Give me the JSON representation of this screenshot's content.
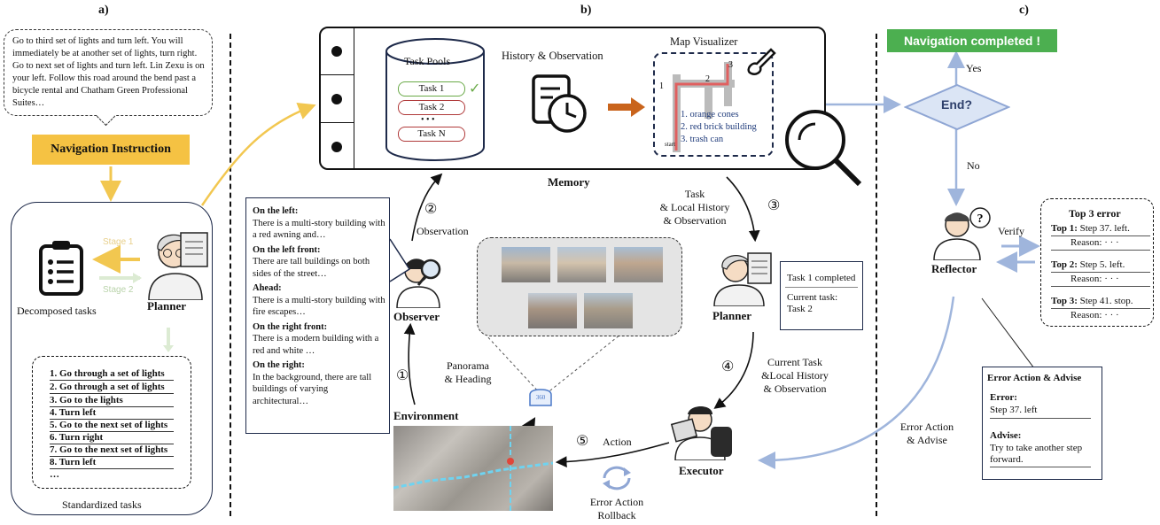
{
  "panels": {
    "a_label": "a)",
    "b_label": "b)",
    "c_label": "c)"
  },
  "panel_a": {
    "instruction_text": "Go to third set of lights and turn left. You will immediately be at another set of lights, turn right. Go to next set of lights and turn left. Lin Zexu is on your left. Follow this road around the bend past a bicycle rental and Chatham Green Professional Suites…",
    "instruction_button": "Navigation Instruction",
    "stage1": "Stage 1",
    "stage2": "Stage 2",
    "decomposed_label": "Decomposed tasks",
    "planner_label": "Planner",
    "tasks": [
      "1. Go through a set of lights",
      "2. Go through a set of lights",
      "3. Go to the lights",
      "4. Turn left",
      "5. Go to the next set of lights",
      "6. Turn right",
      "7. Go to the next set of lights",
      "8. Turn left",
      "…"
    ],
    "standardized_label": "Standardized tasks"
  },
  "panel_b": {
    "task_pools_title": "Task Pools",
    "task_pool_items": [
      "Task 1",
      "Task 2",
      "• • •",
      "Task N"
    ],
    "history_obs_label": "History & Observation",
    "map_visualizer_label": "Map Visualizer",
    "map_numbers": [
      "1",
      "2",
      "3"
    ],
    "map_start": "start",
    "map_landmarks": [
      "1. orange cones",
      "2. red brick building",
      "3. trash can"
    ],
    "memory_label": "Memory",
    "observation_step": "②",
    "observation_label": "Observation",
    "observer_label": "Observer",
    "obs_sections": [
      {
        "heading": "On the left:",
        "text": "There is a multi-story building with a red awning and…"
      },
      {
        "heading": "On the left front:",
        "text": "There are tall buildings on both sides of the street…"
      },
      {
        "heading": "Ahead:",
        "text": "There is a multi-story building with fire escapes…"
      },
      {
        "heading": "On the right front:",
        "text": "There is a modern building with a red and white …"
      },
      {
        "heading": "On the right:",
        "text": "In the background, there are tall buildings of varying architectural…"
      }
    ],
    "task_history_step": "③",
    "task_history_label": "Task\n& Local History\n& Observation",
    "planner_label": "Planner",
    "planner_note_line1": "Task 1 completed",
    "planner_note_line2": "Current task:\nTask 2",
    "panorama_step": "①",
    "panorama_label": "Panorama\n& Heading",
    "environment_label": "Environment",
    "current_task_step": "④",
    "current_task_label": "Current Task\n&Local History\n& Observation",
    "executor_label": "Executor",
    "action_step": "⑤",
    "action_label": "Action",
    "rollback_label": "Error Action\nRollback",
    "pano_badge": "360"
  },
  "panel_c": {
    "nav_completed": "Navigation completed !",
    "yes_label": "Yes",
    "end_label": "End?",
    "no_label": "No",
    "reflector_label": "Reflector",
    "verify_label": "Verify",
    "top3_title": "Top 3 error",
    "top3": [
      {
        "rank": "Top 1:",
        "step": " Step 37. left.",
        "reason": "Reason:  · · ·"
      },
      {
        "rank": "Top 2:",
        "step": " Step 5. left.",
        "reason": "Reason:  · · ·"
      },
      {
        "rank": "Top 3:",
        "step": " Step 41. stop.",
        "reason": "Reason:  · · ·"
      }
    ],
    "error_action_advise_label": "Error Action\n& Advise",
    "ea_box_title": "Error Action & Advise",
    "ea_error_heading": "Error:",
    "ea_error_text": "Step 37. left",
    "ea_advise_heading": "Advise:",
    "ea_advise_text": "Try to take another step forward."
  },
  "colors": {
    "instruction_yellow": "#f5c243",
    "nav_green": "#4caf50",
    "diamond_fill": "#dbe5f5",
    "arrow_blue": "#9fb5dc",
    "arrow_yellow": "#f2c750",
    "arrow_green": "#dcebd3",
    "task_red": "#b03a3a",
    "task_green": "#6aaa48",
    "orange_arrow": "#c9641c",
    "panel_border": "#1e2a4a"
  }
}
